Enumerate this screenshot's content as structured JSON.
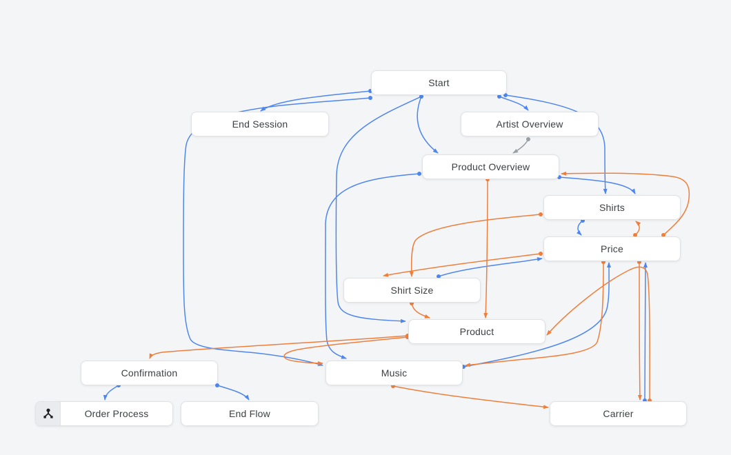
{
  "canvas": {
    "background": "#f4f5f7"
  },
  "colors": {
    "edge_blue": "#4e86ee",
    "edge_orange": "#ee7e3c",
    "edge_gray": "#9aa0a6",
    "node_fill": "#ffffff",
    "node_border": "#e0e2e6",
    "node_text": "#3c4043",
    "icon_pane_bg": "#e9ebee",
    "icon_color": "#202124"
  },
  "nodes": [
    {
      "id": "start",
      "label": "Start"
    },
    {
      "id": "end_session",
      "label": "End Session"
    },
    {
      "id": "artist_overview",
      "label": "Artist Overview"
    },
    {
      "id": "product_overview",
      "label": "Product Overview"
    },
    {
      "id": "shirts",
      "label": "Shirts"
    },
    {
      "id": "price",
      "label": "Price"
    },
    {
      "id": "shirt_size",
      "label": "Shirt Size"
    },
    {
      "id": "product",
      "label": "Product"
    },
    {
      "id": "confirmation",
      "label": "Confirmation"
    },
    {
      "id": "music",
      "label": "Music"
    },
    {
      "id": "order_process",
      "label": "Order Process",
      "icon": "flow-icon"
    },
    {
      "id": "end_flow",
      "label": "End Flow"
    },
    {
      "id": "carrier",
      "label": "Carrier"
    }
  ],
  "edges": [
    {
      "from": "start",
      "to": "end_session",
      "color": "blue"
    },
    {
      "from": "start",
      "to": "music",
      "color": "blue"
    },
    {
      "from": "start",
      "to": "product_overview",
      "color": "blue"
    },
    {
      "from": "start",
      "to": "artist_overview",
      "color": "blue"
    },
    {
      "from": "start",
      "to": "shirts",
      "color": "blue"
    },
    {
      "from": "start",
      "to": "product",
      "color": "blue"
    },
    {
      "from": "product_overview",
      "to": "shirts",
      "color": "blue"
    },
    {
      "from": "product_overview",
      "to": "music",
      "color": "blue"
    },
    {
      "from": "shirts",
      "to": "price",
      "color": "blue"
    },
    {
      "from": "shirt_size",
      "to": "price",
      "color": "blue"
    },
    {
      "from": "music",
      "to": "price",
      "color": "blue"
    },
    {
      "from": "carrier",
      "to": "price",
      "color": "blue"
    },
    {
      "from": "confirmation",
      "to": "order_process",
      "color": "blue"
    },
    {
      "from": "confirmation",
      "to": "end_flow",
      "color": "blue"
    },
    {
      "from": "price",
      "to": "product_overview",
      "color": "orange"
    },
    {
      "from": "price",
      "to": "shirts",
      "color": "orange"
    },
    {
      "from": "shirts",
      "to": "shirt_size",
      "color": "orange"
    },
    {
      "from": "price",
      "to": "shirt_size",
      "color": "orange"
    },
    {
      "from": "product_overview",
      "to": "product",
      "color": "orange"
    },
    {
      "from": "shirt_size",
      "to": "product",
      "color": "orange"
    },
    {
      "from": "product",
      "to": "confirmation",
      "color": "orange"
    },
    {
      "from": "product",
      "to": "music",
      "color": "orange"
    },
    {
      "from": "price",
      "to": "music",
      "color": "orange"
    },
    {
      "from": "price",
      "to": "carrier",
      "color": "orange"
    },
    {
      "from": "carrier",
      "to": "product",
      "color": "orange"
    },
    {
      "from": "music",
      "to": "carrier",
      "color": "orange"
    },
    {
      "from": "artist_overview",
      "to": "product_overview",
      "color": "gray"
    }
  ]
}
